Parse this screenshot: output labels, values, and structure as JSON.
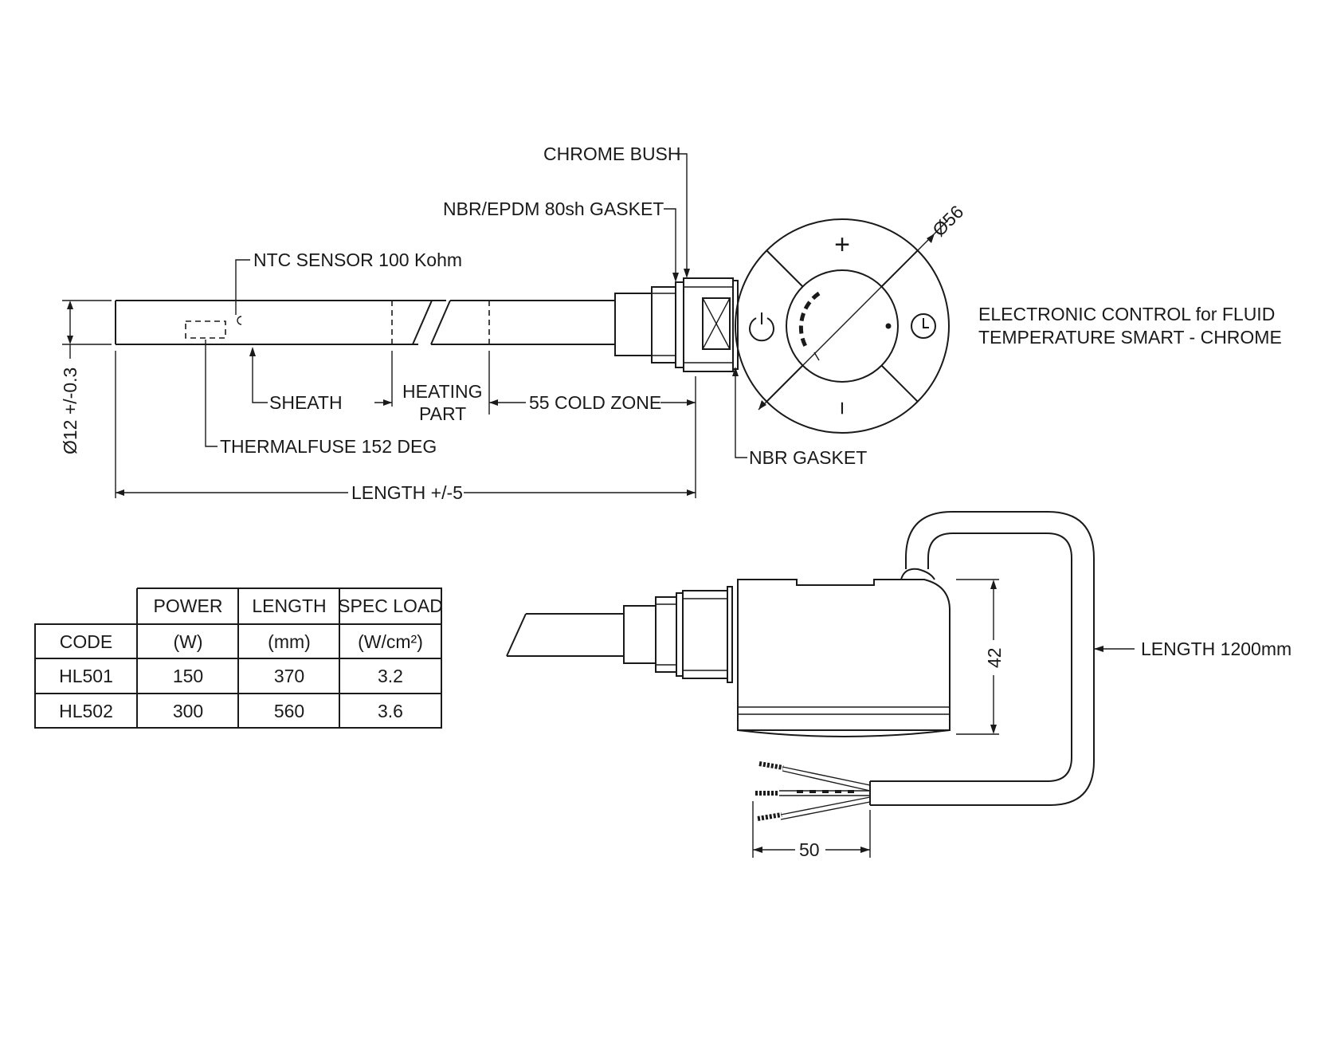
{
  "title": {
    "line1": "ELECTRONIC CONTROL for FLUID",
    "line2": "TEMPERATURE SMART - CHROME"
  },
  "callouts": {
    "chrome_bush": "CHROME BUSH",
    "gasket_top": "NBR/EPDM 80sh GASKET",
    "ntc_sensor": "NTC SENSOR 100 Kohm",
    "sheath": "SHEATH",
    "heating_part_1": "HEATING",
    "heating_part_2": "PART",
    "cold_zone": "55 COLD ZONE",
    "thermalfuse": "THERMALFUSE 152 DEG",
    "nbr_gasket": "NBR GASKET",
    "diameter_tube": "Ø12 +/-0.3",
    "diameter_head": "Ø56",
    "length": "LENGTH +/-5",
    "cable_length": "LENGTH 1200mm",
    "height_dim": "42",
    "wire_dim": "50"
  },
  "control_symbols": {
    "plus": "+",
    "minus": "−"
  },
  "table": {
    "header_top": [
      "",
      "POWER",
      "LENGTH",
      "SPEC LOAD"
    ],
    "header_units": [
      "CODE",
      "(W)",
      "(mm)",
      "(W/cm²)"
    ],
    "rows": [
      [
        "HL501",
        "150",
        "370",
        "3.2"
      ],
      [
        "HL502",
        "300",
        "560",
        "3.6"
      ]
    ]
  }
}
